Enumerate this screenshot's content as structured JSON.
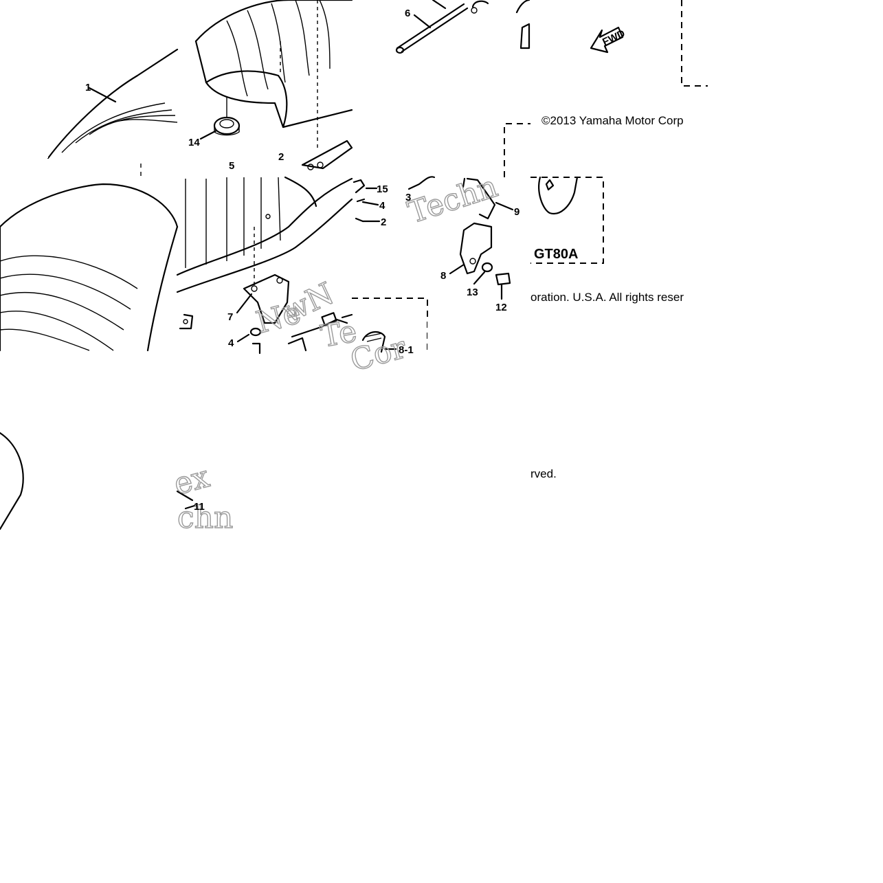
{
  "diagram": {
    "copyright_top": "©2013 Yamaha Motor Corp",
    "copyright_mid": "oration. U.S.A. All rights reser",
    "copyright_end": "rved.",
    "model_label": "GT80A",
    "fwd_label": "FWD",
    "callouts": [
      "1",
      "14",
      "5",
      "2",
      "6",
      "15",
      "4",
      "2",
      "3",
      "9",
      "8",
      "13",
      "12",
      "7",
      "4",
      "8-1",
      "11"
    ],
    "watermark_fragments": [
      "Techn",
      "wN",
      "Ne",
      "Te",
      "Cor",
      "ex",
      "chn"
    ]
  }
}
